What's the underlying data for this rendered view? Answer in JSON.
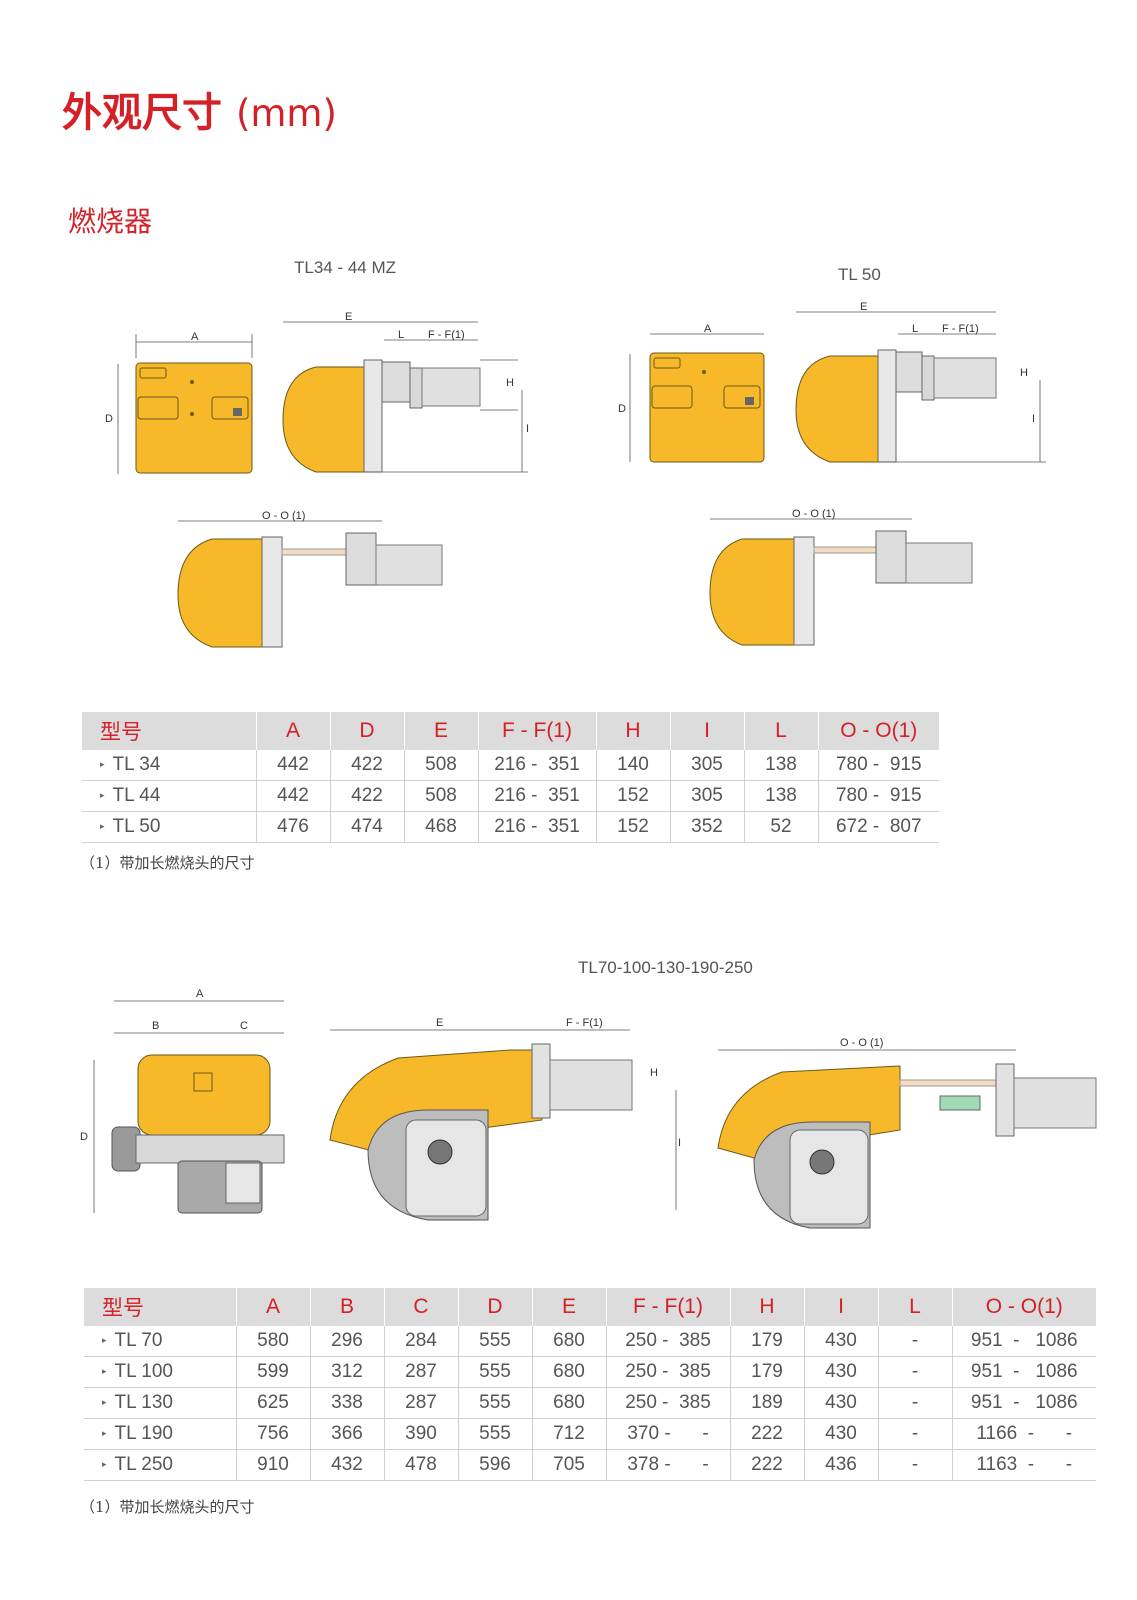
{
  "page_title": "外观尺寸",
  "page_title_unit": "(mm)",
  "section_title": "燃烧器",
  "figure_labels": {
    "tl34_44": "TL34  - 44 MZ",
    "tl50": "TL 50",
    "tl70_250": "TL70-100-130-190-250"
  },
  "dimension_labels": {
    "A": "A",
    "B": "B",
    "C": "C",
    "D": "D",
    "E": "E",
    "L": "L",
    "H": "H",
    "I": "I",
    "FF": "F - F(1)",
    "OO": "O - O (1)"
  },
  "colors": {
    "accent_red": "#d42027",
    "burner_yellow": "#f7b82a",
    "header_gray": "#dcdcdc"
  },
  "table1": {
    "headers": [
      "型号",
      "A",
      "D",
      "E",
      "F - F(1)",
      "H",
      "I",
      "L",
      "O - O(1)"
    ],
    "rows": [
      [
        "TL 34",
        "442",
        "422",
        "508",
        "216 -  351",
        "140",
        "305",
        "138",
        "780 -  915"
      ],
      [
        "TL 44",
        "442",
        "422",
        "508",
        "216 -  351",
        "152",
        "305",
        "138",
        "780 -  915"
      ],
      [
        "TL 50",
        "476",
        "474",
        "468",
        "216 -  351",
        "152",
        "352",
        "52",
        "672 -  807"
      ]
    ]
  },
  "note1": "（1）带加长燃烧头的尺寸",
  "table2": {
    "headers": [
      "型号",
      "A",
      "B",
      "C",
      "D",
      "E",
      "F - F(1)",
      "H",
      "I",
      "L",
      "O - O(1)"
    ],
    "rows": [
      [
        "TL 70",
        "580",
        "296",
        "284",
        "555",
        "680",
        "250 -  385",
        "179",
        "430",
        "-",
        "951  -   1086"
      ],
      [
        "TL 100",
        "599",
        "312",
        "287",
        "555",
        "680",
        "250 -  385",
        "179",
        "430",
        "-",
        "951  -   1086"
      ],
      [
        "TL 130",
        "625",
        "338",
        "287",
        "555",
        "680",
        "250 -  385",
        "189",
        "430",
        "-",
        "951  -   1086"
      ],
      [
        "TL 190",
        "756",
        "366",
        "390",
        "555",
        "712",
        "370 -      -",
        "222",
        "430",
        "-",
        "1166  -      -"
      ],
      [
        "TL 250",
        "910",
        "432",
        "478",
        "596",
        "705",
        "378 -      -",
        "222",
        "436",
        "-",
        "1163  -      -"
      ]
    ]
  },
  "note2": "（1）带加长燃烧头的尺寸"
}
